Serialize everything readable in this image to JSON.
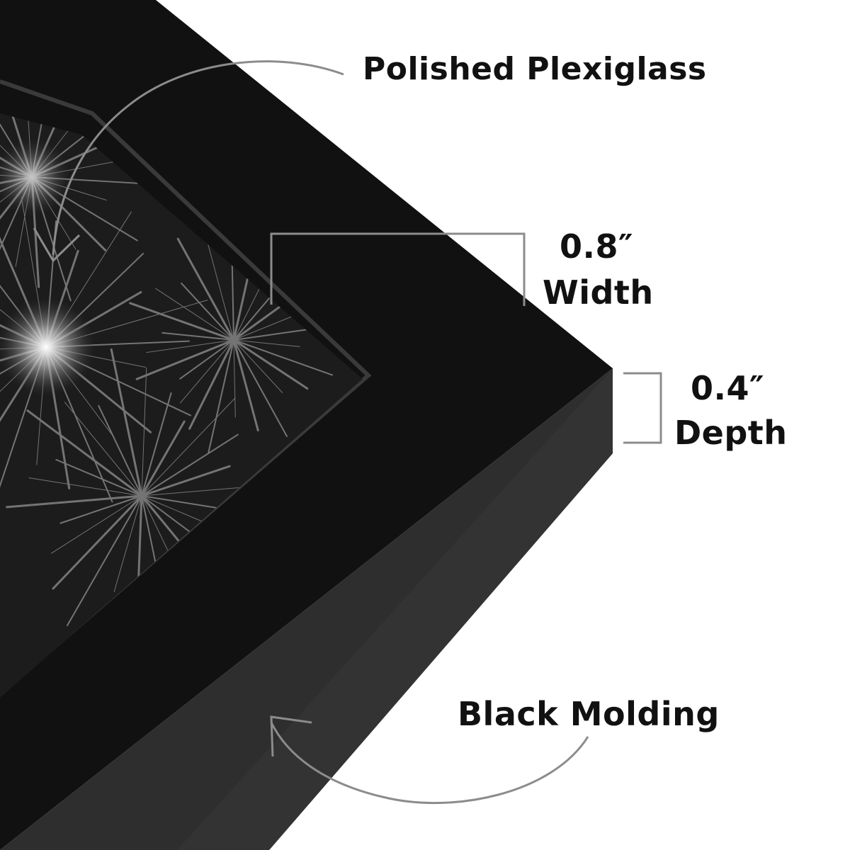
{
  "callouts": {
    "plexiglass": "Polished Plexiglass",
    "width_value": "0.8″",
    "width_label": "Width",
    "depth_value": "0.4″",
    "depth_label": "Depth",
    "molding": "Black Molding"
  },
  "colors": {
    "frame_face": "#111111",
    "frame_side": "#2e2e2e",
    "photo_dark": "#1a1a1a",
    "photo_light": "#d9d9d9",
    "annotation_line": "#8c8c8c",
    "text": "#111111",
    "background": "#ffffff"
  }
}
